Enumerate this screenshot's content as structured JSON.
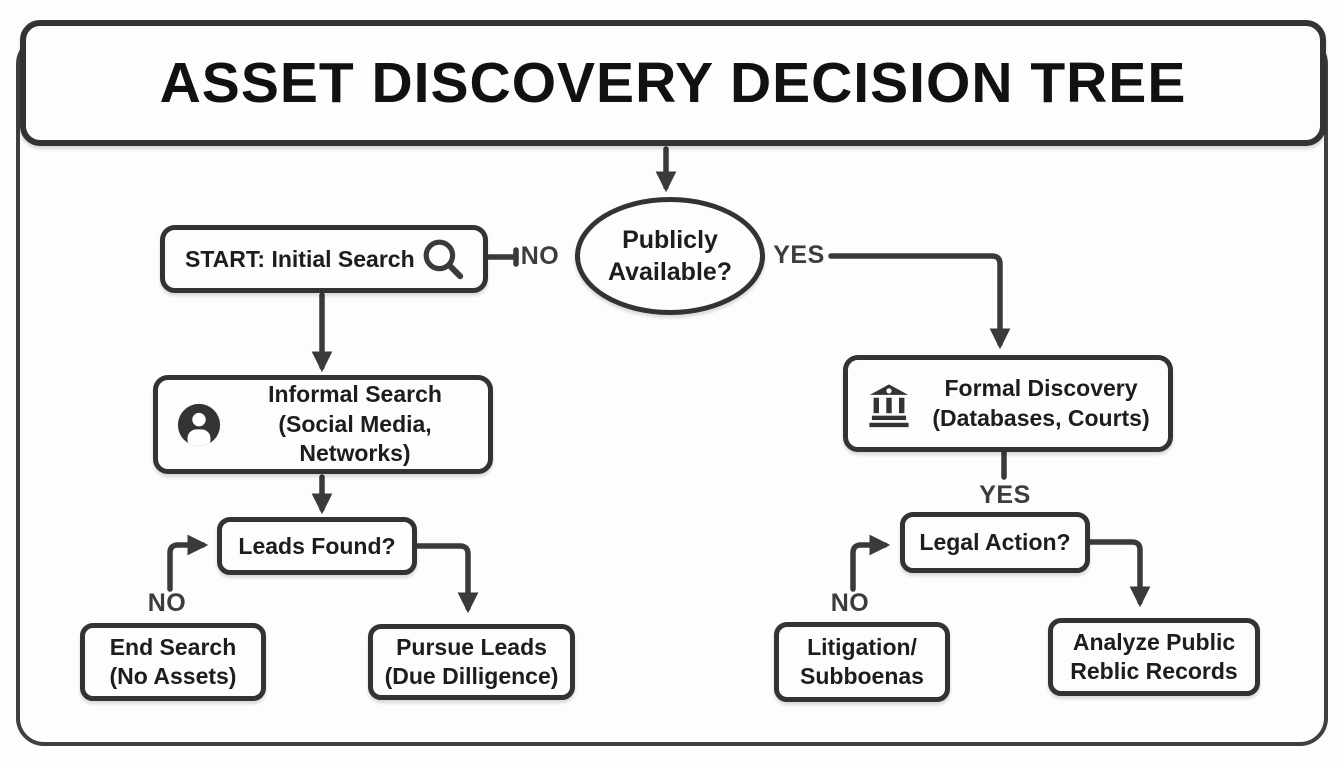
{
  "diagram": {
    "title": "ASSET DISCOVERY DECISION TREE",
    "type": "flowchart",
    "nodes": {
      "root_question": {
        "shape": "ellipse",
        "line1": "Publicly",
        "line2": "Available?"
      },
      "start": {
        "shape": "rounded-rect",
        "label": "START: Initial Search",
        "icon": "magnifier-icon"
      },
      "informal": {
        "shape": "rounded-rect",
        "line1": "Informal Search",
        "line2": "(Social Media, Networks)",
        "icon": "person-icon"
      },
      "leads": {
        "shape": "rounded-rect",
        "label": "Leads Found?"
      },
      "end_search": {
        "shape": "rounded-rect",
        "line1": "End Search",
        "line2": "(No Assets)"
      },
      "pursue": {
        "shape": "rounded-rect",
        "line1": "Pursue Leads",
        "line2": "(Due Dilligence)"
      },
      "formal": {
        "shape": "rounded-rect",
        "line1": "Formal Discovery",
        "line2": "(Databases, Courts)",
        "icon": "bank-icon"
      },
      "legal": {
        "shape": "rounded-rect",
        "label": "Legal Action?"
      },
      "litigation": {
        "shape": "rounded-rect",
        "line1": "Litigation/",
        "line2": "Subboenas"
      },
      "analyze": {
        "shape": "rounded-rect",
        "line1": "Analyze Public",
        "line2": "Reblic Records"
      }
    },
    "edge_labels": {
      "root_no": "NO",
      "root_yes": "YES",
      "leads_no": "NO",
      "formal_yes": "YES",
      "legal_no": "NO"
    },
    "edges": [
      {
        "from": "title",
        "to": "root_question",
        "label": ""
      },
      {
        "from": "root_question",
        "to": "start",
        "label": "NO"
      },
      {
        "from": "root_question",
        "to": "formal",
        "label": "YES"
      },
      {
        "from": "start",
        "to": "informal",
        "label": ""
      },
      {
        "from": "informal",
        "to": "leads",
        "label": ""
      },
      {
        "from": "end_search",
        "to": "leads",
        "label": "NO"
      },
      {
        "from": "leads",
        "to": "pursue",
        "label": ""
      },
      {
        "from": "formal",
        "to": "legal",
        "label": "YES"
      },
      {
        "from": "litigation",
        "to": "legal",
        "label": "NO"
      },
      {
        "from": "legal",
        "to": "analyze",
        "label": ""
      }
    ],
    "colors": {
      "stroke": "#3a3a3a",
      "border": "#333333",
      "text": "#1d1d1d",
      "background": "#fdfdfd"
    }
  }
}
